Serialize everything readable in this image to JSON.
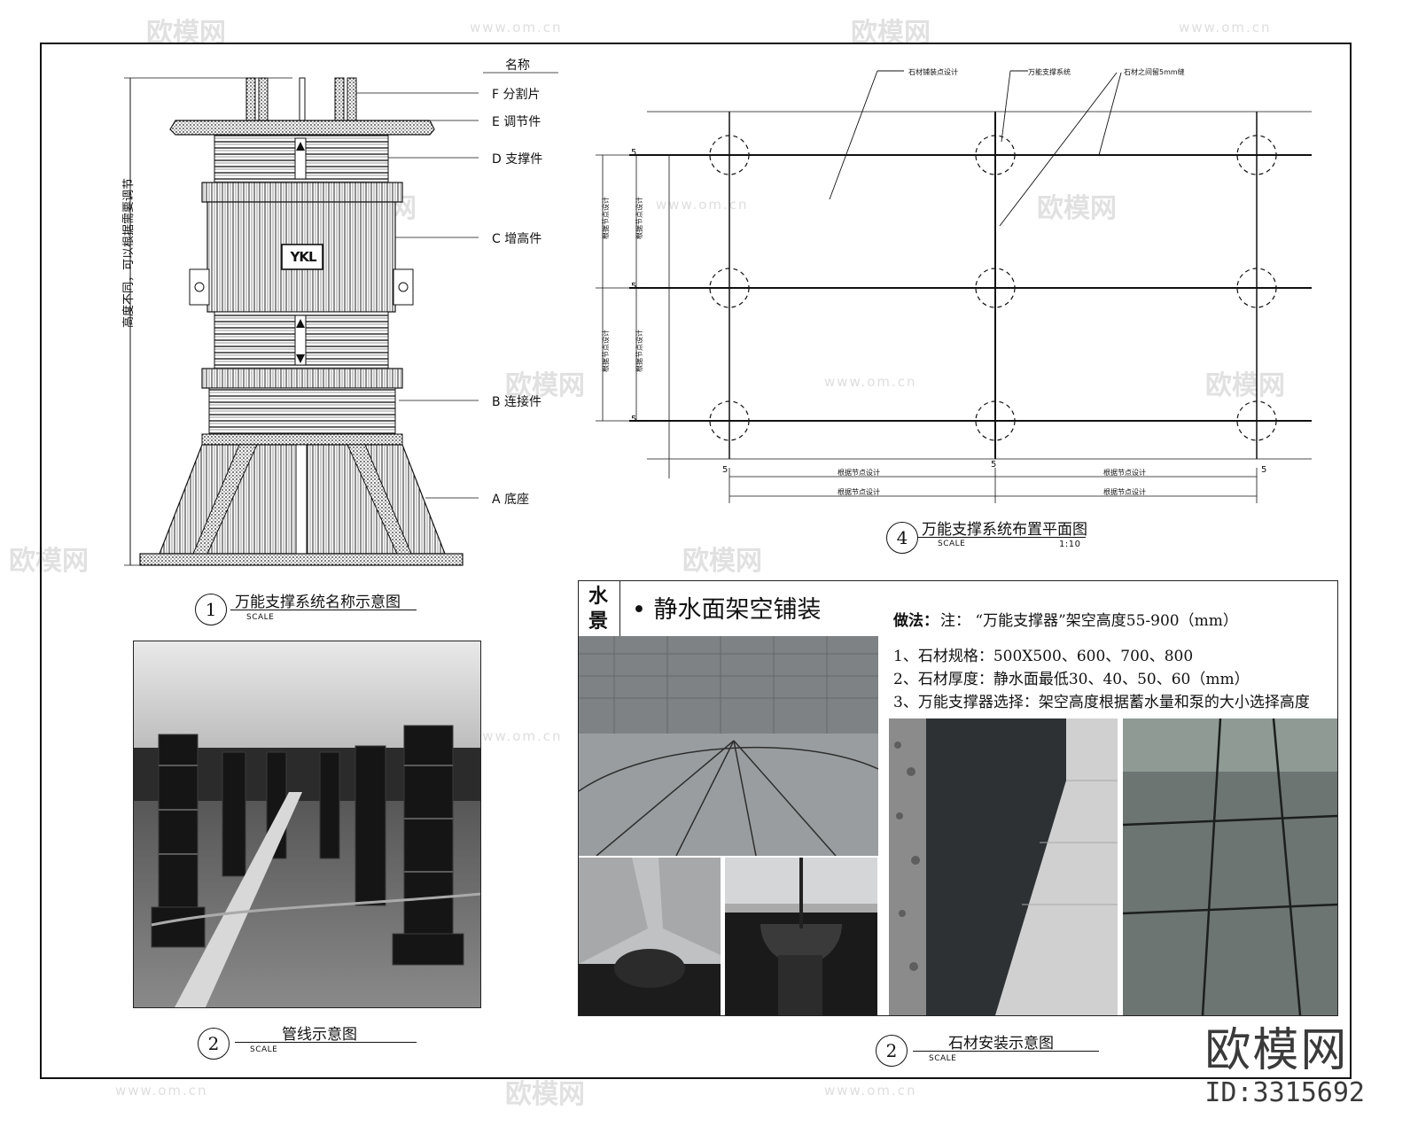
{
  "watermark": {
    "brand": "欧模网",
    "url": "www.om.cn"
  },
  "diagram1": {
    "header": "名称",
    "vertical_note": "高度不同，可以根据需要调节",
    "parts": [
      {
        "id": "F",
        "label": "F 分割片"
      },
      {
        "id": "E",
        "label": "E 调节件"
      },
      {
        "id": "D",
        "label": "D 支撑件"
      },
      {
        "id": "C",
        "label": "C 增高件"
      },
      {
        "id": "B",
        "label": "B 连接件"
      },
      {
        "id": "A",
        "label": "A 底座"
      }
    ],
    "logo": "YKL",
    "number": "1",
    "caption": "万能支撑系统名称示意图",
    "scale": "SCALE"
  },
  "diagram2": {
    "number": "2",
    "caption": "管线示意图",
    "scale": "SCALE"
  },
  "plan": {
    "labels": {
      "stone": "石材铺装点设计",
      "support": "万能支撑系统",
      "gap": "石材之间留5mm缝"
    },
    "dim_gap": "5",
    "dim_label": "根据节点设计",
    "number": "4",
    "caption": "万能支撑系统布置平面图",
    "scale": "SCALE",
    "ratio": "1:10"
  },
  "panel": {
    "tag": "水景",
    "title": "• 静水面架空铺装",
    "method_label": "做法：",
    "method_note": "注：  “万能支撑器”架空高度55-900（mm）",
    "notes": [
      "1、石材规格：500X500、600、700、800",
      "2、石材厚度：静水面最低30、40、50、60（mm）",
      "3、万能支撑器选择：架空高度根据蓄水量和泵的大小选择高度"
    ],
    "number": "2",
    "caption": "石材安装示意图",
    "scale": "SCALE"
  },
  "brand_corner": {
    "name": "欧模网",
    "id": "ID:3315692"
  }
}
